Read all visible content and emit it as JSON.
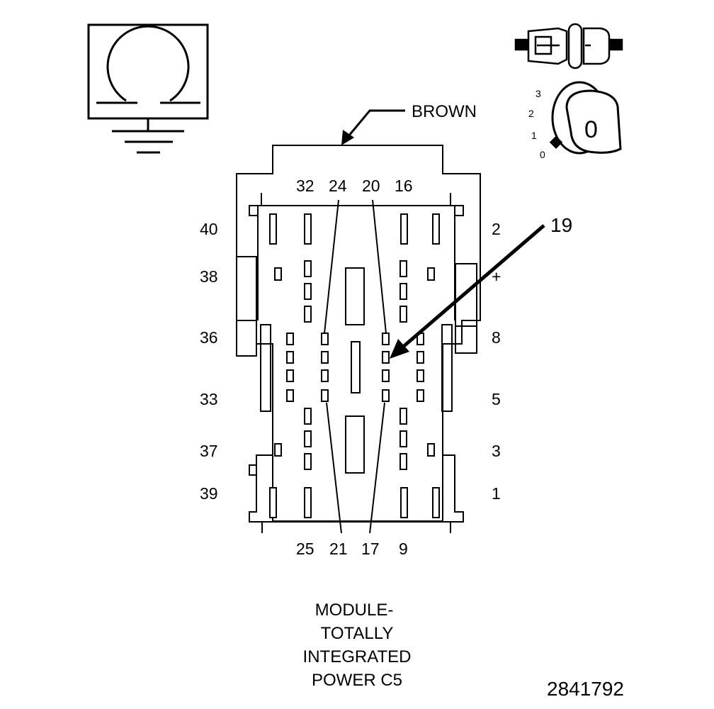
{
  "connector": {
    "color_label": "BROWN",
    "callout_pin": "19",
    "top_pins": [
      "32",
      "24",
      "20",
      "16"
    ],
    "bottom_pins": [
      "25",
      "21",
      "17",
      "9"
    ],
    "left_pins": [
      "40",
      "38",
      "36",
      "33",
      "37",
      "39"
    ],
    "right_pins": [
      "2",
      "+",
      "8",
      "5",
      "3",
      "1"
    ]
  },
  "ignition": {
    "positions": [
      "3",
      "2",
      "1",
      "0"
    ],
    "key_label": "0"
  },
  "caption": {
    "lines": [
      "MODULE-",
      "TOTALLY",
      "INTEGRATED",
      "POWER C5"
    ]
  },
  "figure_number": "2841792",
  "icons": [
    "ground-ohm-icon",
    "connector-side-view-icon",
    "ignition-switch-icon"
  ],
  "colors": {
    "line": "#000000",
    "background": "#ffffff"
  }
}
